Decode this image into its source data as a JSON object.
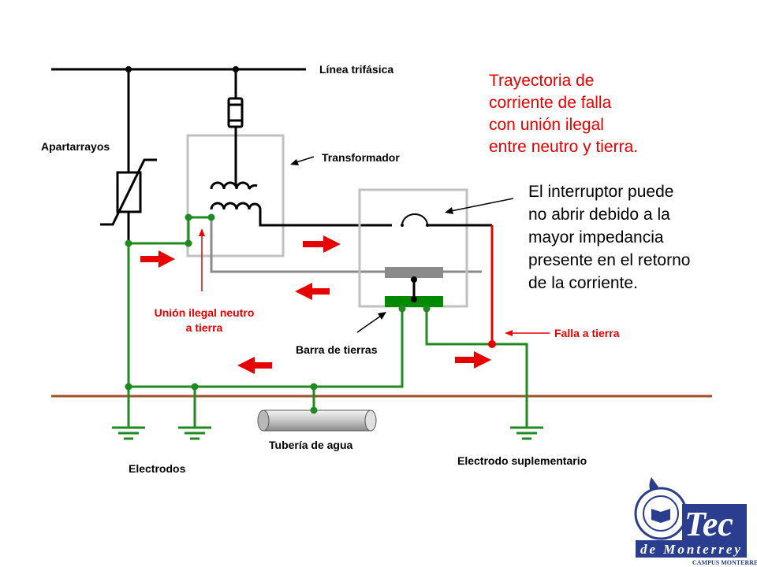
{
  "labels": {
    "linea_trifasica": "Línea trifásica",
    "apartarrayos": "Apartarrayos",
    "transformador": "Transformador",
    "union_ilegal_l1": "Unión ilegal neutro",
    "union_ilegal_l2": "a tierra",
    "barra_tierras": "Barra de tierras",
    "falla_tierra": "Falla a tierra",
    "tuberia_agua": "Tubería de agua",
    "electrodos": "Electrodos",
    "electrodo_suplementario": "Electrodo suplementario"
  },
  "note_trayectoria": [
    "Trayectoria de",
    "corriente de falla",
    "con unión ilegal",
    "entre neutro y tierra."
  ],
  "note_interruptor": [
    "El interruptor puede",
    "no abrir debido a la",
    "mayor impedancia",
    "presente en el retorno",
    "de la corriente."
  ],
  "logo": {
    "name": "Tec",
    "sub": "de Monterrey",
    "campus": "CAMPUS MONTERREY"
  },
  "colors": {
    "ground_wire": "#1f8a1f",
    "fault": "#e60000",
    "earth_line": "#a0522d",
    "box_outline": "#c0c0c0",
    "logo_blue": "#2a3d8f"
  }
}
